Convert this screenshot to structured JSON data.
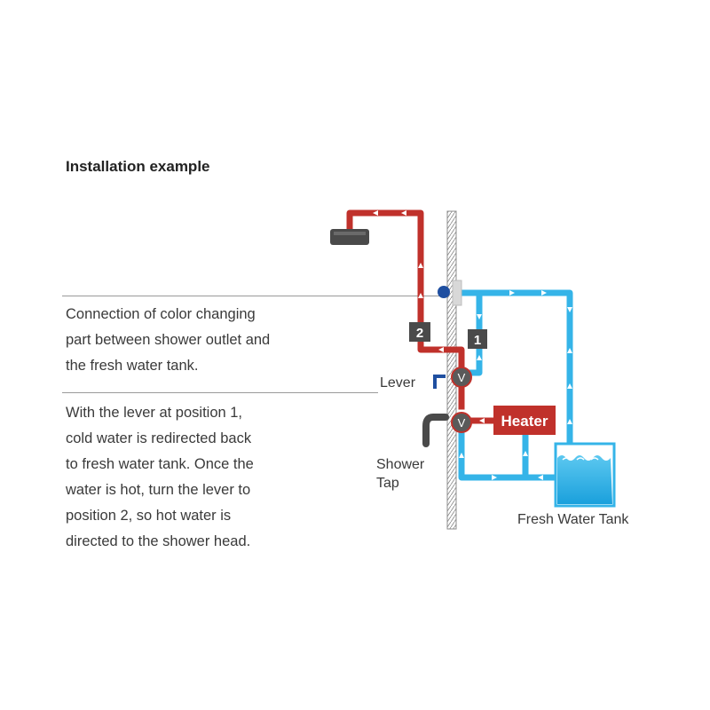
{
  "title": "Installation example",
  "description_1": {
    "lines": [
      "Connection of color changing",
      "part between shower outlet and",
      "the fresh water tank."
    ]
  },
  "description_2": {
    "lines": [
      "With the lever at position 1,",
      "cold water is redirected back",
      "to fresh water tank. Once the",
      "water is hot, turn the lever to",
      "position 2, so hot water is",
      "directed to the shower head."
    ]
  },
  "labels": {
    "lever": "Lever",
    "shower_tap_line1": "Shower",
    "shower_tap_line2": "Tap",
    "fresh_water_tank": "Fresh Water Tank",
    "heater": "Heater",
    "valve": "V",
    "position_1": "1",
    "position_2": "2"
  },
  "colors": {
    "hot_pipe": "#c0312b",
    "cold_pipe": "#35b4e8",
    "heater_fill": "#c0312b",
    "valve_fill": "#5a5a5a",
    "badge_fill": "#4a4a4a",
    "wall": "#8c8c8c",
    "lever_blue": "#1f4fa0"
  }
}
